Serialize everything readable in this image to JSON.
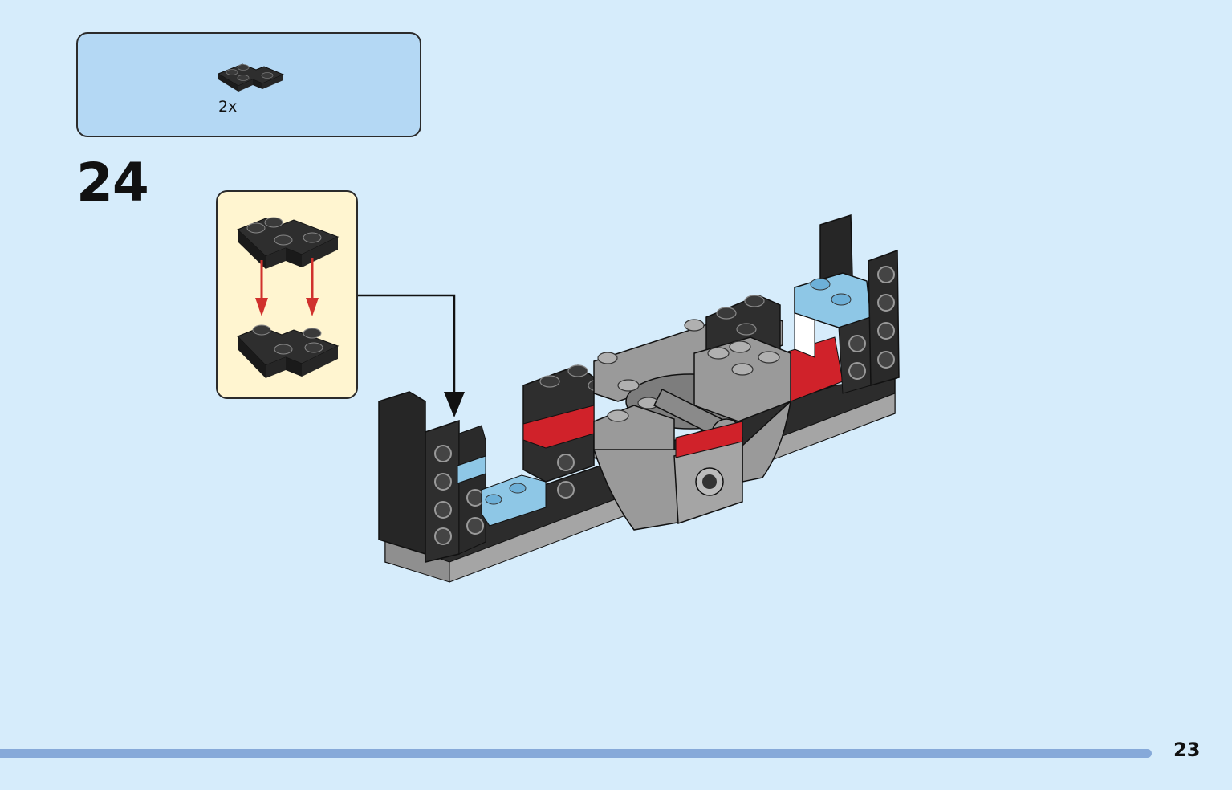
{
  "parts_list": {
    "items": [
      {
        "part_icon": "black-l-plate-icon",
        "quantity": "2x"
      }
    ]
  },
  "step": {
    "number": "24"
  },
  "page": {
    "number": "23"
  },
  "colors": {
    "background": "#d6ecfb",
    "parts_box": "#b4d8f4",
    "callout": "#fff5d0",
    "arrow_red": "#d0312d",
    "brick_black": "#2e2e2e",
    "brick_gray": "#9a9a9a",
    "brick_blue": "#8ec7e6",
    "brick_red": "#d0222a",
    "footer_bar": "#86a9d9"
  }
}
